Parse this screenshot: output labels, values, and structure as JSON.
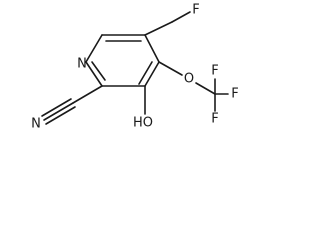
{
  "atoms": {
    "n_ring": "N",
    "n_nitrile": "N",
    "hydroxyl": "HO",
    "oxygen_ether": "O",
    "f_methyl": "F",
    "f_top": "F",
    "f_right": "F",
    "f_bottom": "F"
  }
}
